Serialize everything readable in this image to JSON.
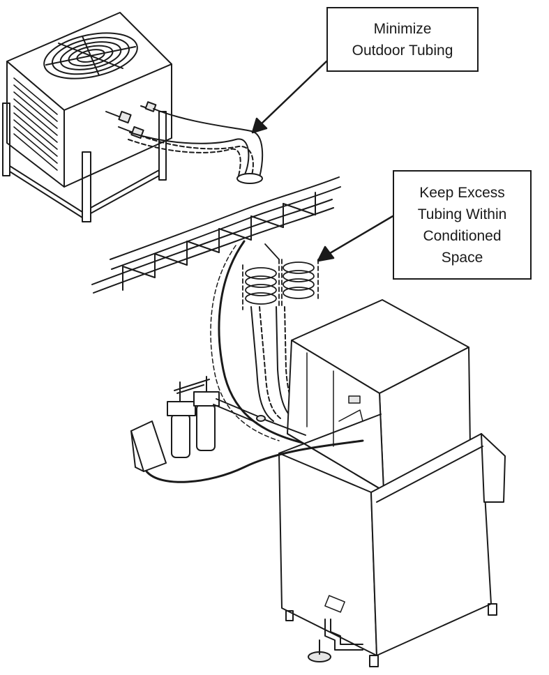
{
  "callouts": {
    "outdoor": {
      "lines": [
        "Minimize",
        "Outdoor Tubing"
      ]
    },
    "excess": {
      "lines": [
        "Keep Excess",
        "Tubing Within",
        "Conditioned",
        "Space"
      ]
    }
  },
  "colors": {
    "line": "#1a1a1a",
    "fill": "#ffffff",
    "shade": "#e6e6e6"
  }
}
